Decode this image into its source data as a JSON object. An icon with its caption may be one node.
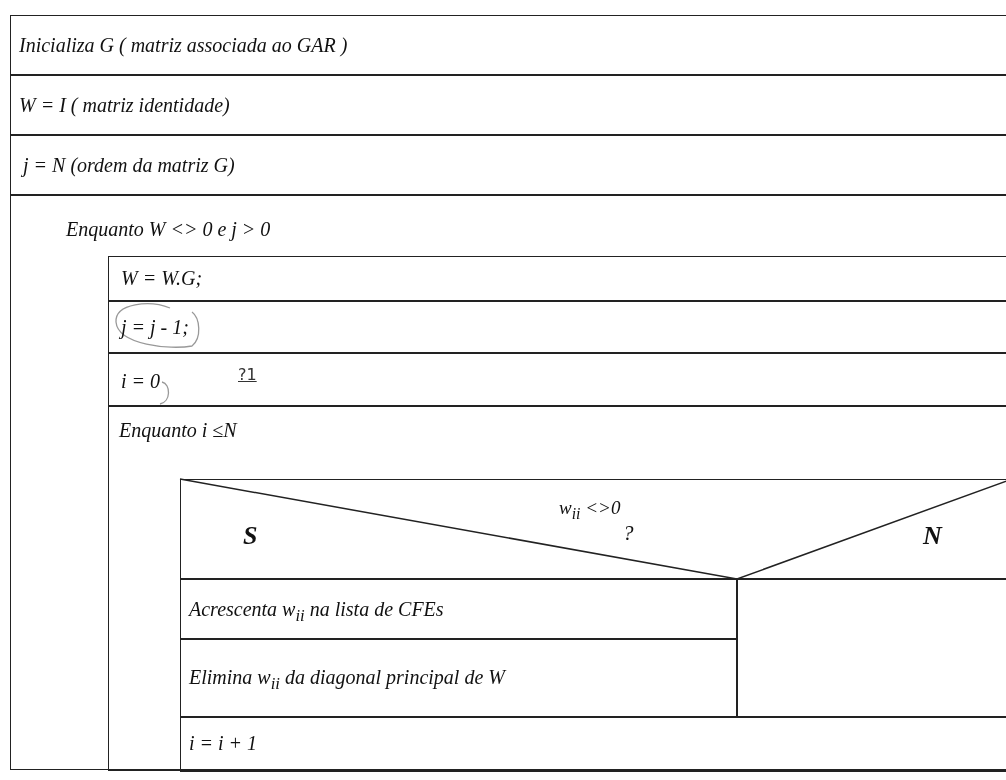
{
  "diagram": {
    "nodes": [
      {
        "text": [
          "Inicializa G ( matriz associada ao GAR )"
        ]
      },
      {
        "text": [
          "W = I ( matriz identidade)"
        ]
      },
      {
        "text": [
          "j = N (ordem da matriz G)"
        ]
      },
      {
        "text": [
          "Enquanto W <> 0  e j > 0"
        ]
      },
      {
        "text": [
          "W = W.G;"
        ],
        "in": 3
      },
      {
        "text": [
          "j = j - 1;"
        ],
        "in": 3
      },
      {
        "text": [
          "i = 0"
        ],
        "in": 3
      },
      {
        "text": [
          "Enquanto i ≤N"
        ],
        "in": 3
      },
      {
        "text": [
          "w$_{ii}$ <>0",
          "S",
          "?",
          "N"
        ],
        "in": 7
      },
      {
        "text": [
          "Acrescenta w$_{ii}$ na lista de CFEs"
        ],
        "in": 7
      },
      {
        "text": [
          "Elimina w$_{ii}$ da diagonal principal de W"
        ],
        "in": 7
      },
      {
        "text": [],
        "shape": "box",
        "in": 7
      },
      {
        "text": [
          "i = i + 1"
        ],
        "in": 7
      }
    ],
    "labels": [
      "?1"
    ]
  }
}
